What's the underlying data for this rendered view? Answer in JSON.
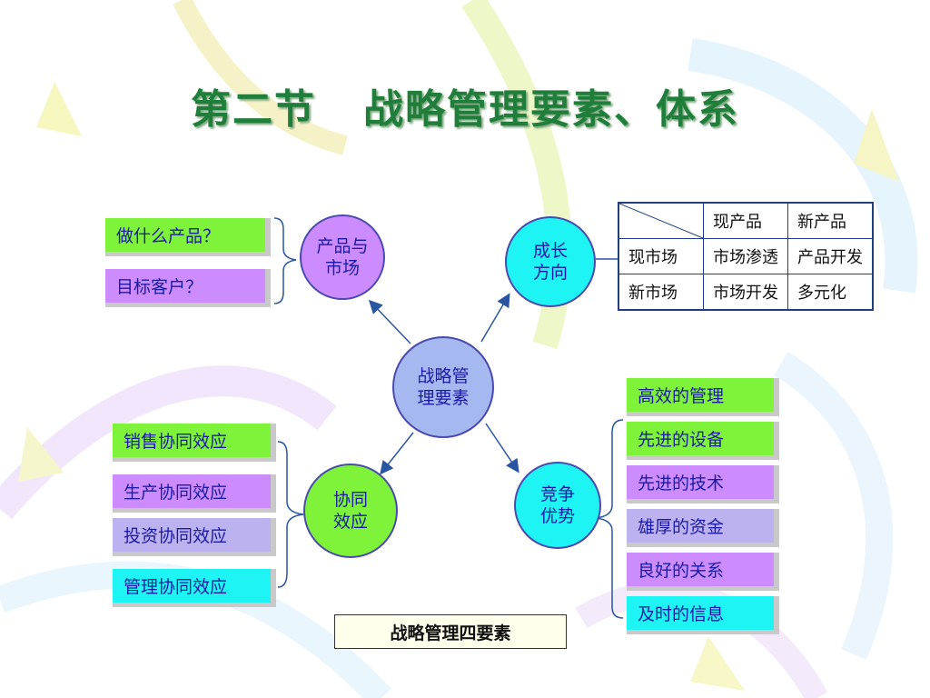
{
  "title": "第二节   战略管理要素、体系",
  "colors": {
    "green": "#7ff23a",
    "purple": "#cc8cff",
    "cyan": "#1ff4f4",
    "lavender": "#bdb2f0",
    "circle_center": "#a6b8f0",
    "title": "#1f7f3a",
    "text": "#1a1aa6"
  },
  "center": {
    "label": "战略管\n理要素"
  },
  "elements": {
    "product_market": {
      "label": "产品与\n市场",
      "items": [
        "做什么产品？",
        "目标客户？"
      ]
    },
    "growth": {
      "label": "成长\n方向"
    },
    "synergy": {
      "label": "协同\n效应",
      "items": [
        "销售协同效应",
        "生产协同效应",
        "投资协同效应",
        "管理协同效应"
      ]
    },
    "competition": {
      "label": "竞争\n优势",
      "items": [
        "高效的管理",
        "先进的设备",
        "先进的技术",
        "雄厚的资金",
        "良好的关系",
        "及时的信息"
      ]
    }
  },
  "matrix": {
    "columns": [
      "现产品",
      "新产品"
    ],
    "rows": [
      {
        "label": "现市场",
        "cells": [
          "市场渗透",
          "产品开发"
        ]
      },
      {
        "label": "新市场",
        "cells": [
          "市场开发",
          "多元化"
        ]
      }
    ]
  },
  "caption": "战略管理四要素"
}
